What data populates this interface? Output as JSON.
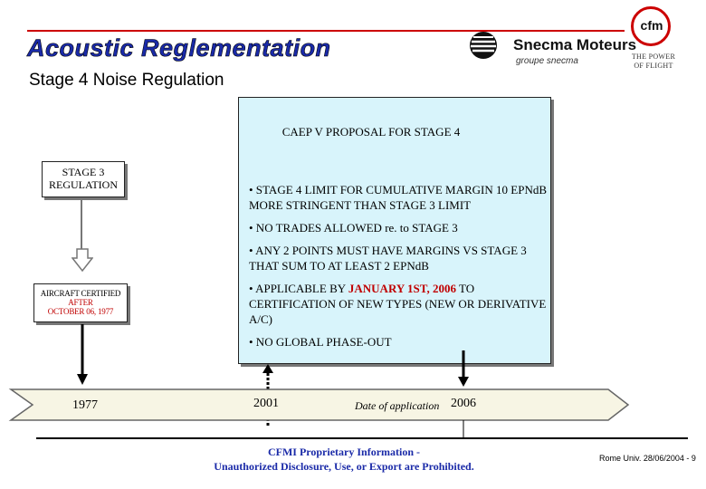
{
  "header": {
    "title": "Acoustic Reglementation",
    "subtitle": "Stage 4 Noise Regulation",
    "snecma_name": "Snecma Moteurs",
    "snecma_sub": "groupe snecma",
    "cfm_logo": "cfm",
    "cfm_tag_line1": "THE POWER",
    "cfm_tag_line2": "OF FLIGHT",
    "accent_color": "#cc0000",
    "title_color": "#1a2aa8"
  },
  "proposal": {
    "title": "CAEP V PROPOSAL FOR STAGE 4",
    "bullets": [
      "• STAGE 4 LIMIT FOR CUMULATIVE MARGIN 10 EPNdB MORE STRINGENT THAN STAGE 3 LIMIT",
      "• NO TRADES ALLOWED re. to STAGE 3",
      "• ANY 2 POINTS MUST HAVE MARGINS  VS STAGE 3 THAT SUM TO AT LEAST 2 EPNdB"
    ],
    "bullet4_prefix": "• APPLICABLE BY ",
    "bullet4_date": "JANUARY 1ST, 2006",
    "bullet4_suffix": " TO CERTIFICATION OF NEW TYPES (NEW OR DERIVATIVE A/C)",
    "bullet5": "• NO GLOBAL PHASE-OUT",
    "box_color": "#d8f4fb"
  },
  "stage3": {
    "label": "STAGE 3 REGULATION"
  },
  "aircraft": {
    "line1": "AIRCRAFT CERTIFIED",
    "line2": "AFTER",
    "line3": "OCTOBER 06, 1977"
  },
  "timeline": {
    "year_1977": "1977",
    "year_2001": "2001",
    "date_label": "Date of application",
    "year_2006": "2006"
  },
  "footer": {
    "line1": "CFMI Proprietary Information -",
    "line2": "Unauthorized Disclosure, Use, or Export are Prohibited.",
    "right": "Rome Univ. 28/06/2004 - 9"
  }
}
